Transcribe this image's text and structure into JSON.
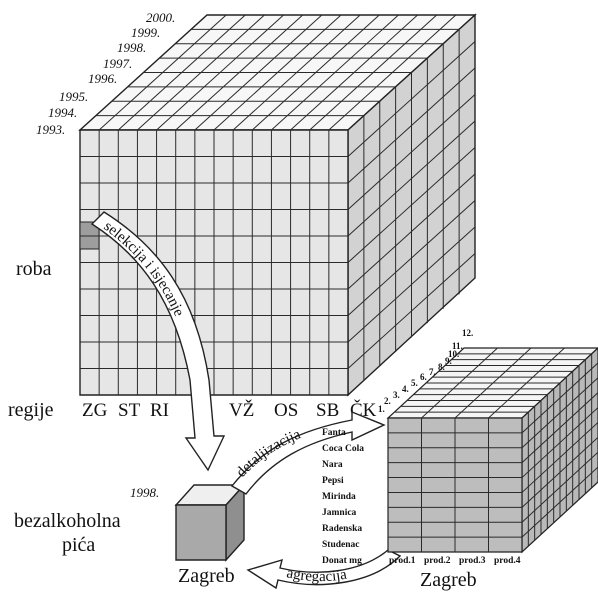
{
  "big_cube": {
    "years": [
      "1993.",
      "1994.",
      "1995.",
      "1996.",
      "1997.",
      "1998.",
      "1999.",
      "2000."
    ],
    "row_label": "roba",
    "col_axis_label": "regije",
    "regions": [
      "ZG",
      "ST",
      "RI",
      "VŽ",
      "OS",
      "SB",
      "ČK"
    ]
  },
  "arrows": {
    "slice": "selekcija i isjecanje",
    "drill": "detaljizacija",
    "rollup": "agregacija"
  },
  "small_cube": {
    "year": "1998.",
    "label_line1": "bezalkoholna",
    "label_line2": "pića",
    "city": "Zagreb"
  },
  "detail_cube": {
    "months": [
      "1.",
      "2.",
      "3.",
      "4.",
      "5.",
      "6.",
      "7.",
      "8.",
      "9.",
      "10.",
      "11.",
      "12."
    ],
    "drinks": [
      "Fanta",
      "Coca Cola",
      "Nara",
      "Pepsi",
      "Mirinda",
      "Jamnica",
      "Radenska",
      "Studenac",
      "Donat mg"
    ],
    "products": [
      "prod.1",
      "prod.2",
      "prod.3",
      "prod.4"
    ],
    "city": "Zagreb"
  }
}
